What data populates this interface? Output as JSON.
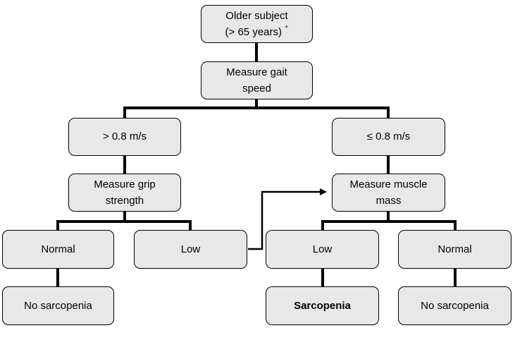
{
  "nodes": {
    "older_subject": {
      "line1": "Older subject",
      "line2": "(> 65 years)",
      "sup": "+"
    },
    "measure_gait": {
      "line1": "Measure gait",
      "line2": "speed"
    },
    "gait_fast": {
      "label": "> 0.8 m/s"
    },
    "gait_slow": {
      "label": "≤ 0.8 m/s"
    },
    "measure_grip": {
      "line1": "Measure grip",
      "line2": "strength"
    },
    "measure_muscle": {
      "line1": "Measure muscle",
      "line2": "mass"
    },
    "grip_normal": {
      "label": "Normal"
    },
    "grip_low": {
      "label": "Low"
    },
    "mass_low": {
      "label": "Low"
    },
    "mass_normal": {
      "label": "Normal"
    },
    "no_sarcopenia_left": {
      "label": "No sarcopenia"
    },
    "sarcopenia": {
      "label": "Sarcopenia"
    },
    "no_sarcopenia_right": {
      "label": "No sarcopenia"
    }
  }
}
